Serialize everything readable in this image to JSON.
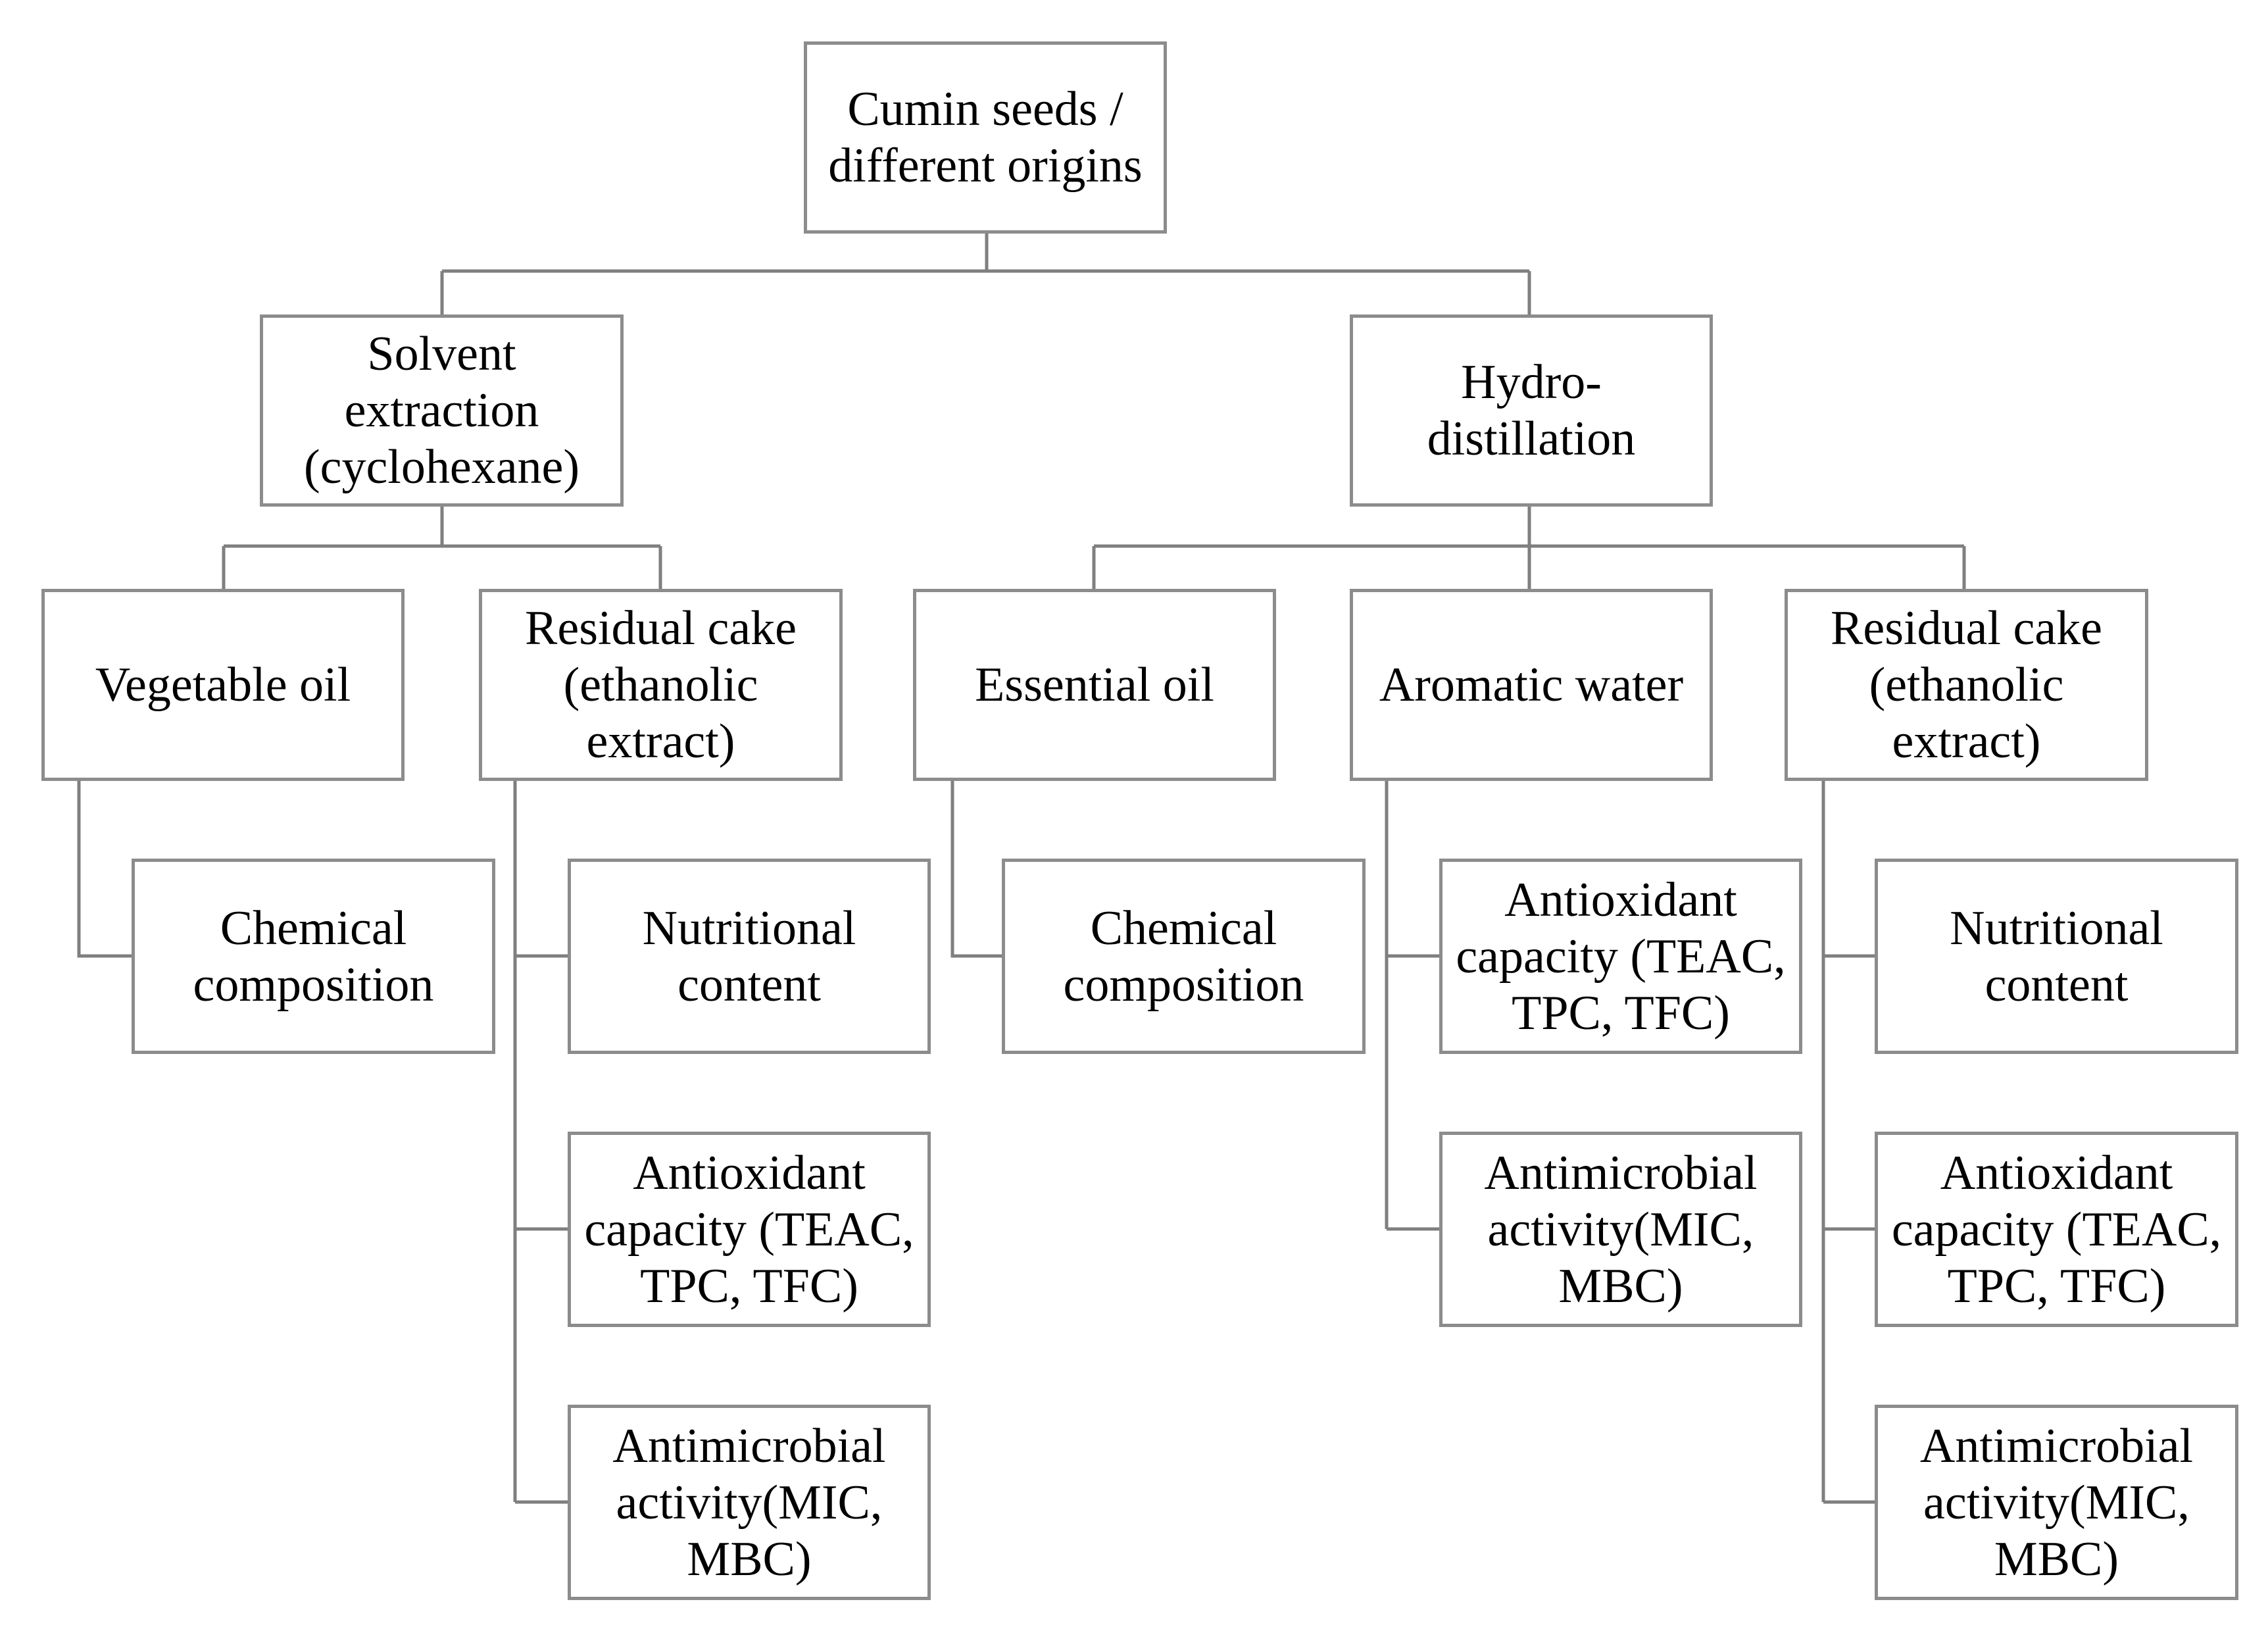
{
  "diagram": {
    "root": {
      "label": "Cumin seeds /\ndifferent origins"
    },
    "methods": {
      "solvent": {
        "label": "Solvent\nextraction\n(cyclohexane)"
      },
      "hydro": {
        "label": "Hydro-\ndistillation"
      }
    },
    "products": {
      "vegetable_oil": {
        "label": "Vegetable oil"
      },
      "residual_cake_solvent": {
        "label": "Residual cake\n(ethanolic\nextract)"
      },
      "essential_oil": {
        "label": "Essential oil"
      },
      "aromatic_water": {
        "label": "Aromatic water"
      },
      "residual_cake_hydro": {
        "label": "Residual cake\n(ethanolic\nextract)"
      }
    },
    "analyses": {
      "vegetable_oil_chemical": {
        "label": "Chemical\ncomposition"
      },
      "cake_solvent_nutritional": {
        "label": "Nutritional\ncontent"
      },
      "cake_solvent_antioxidant": {
        "label": "Antioxidant\ncapacity (TEAC,\nTPC, TFC)"
      },
      "cake_solvent_antimicrobial": {
        "label": "Antimicrobial\nactivity(MIC,\nMBC)"
      },
      "essential_oil_chemical": {
        "label": "Chemical\ncomposition"
      },
      "aromatic_water_antioxidant": {
        "label": "Antioxidant\ncapacity (TEAC,\nTPC, TFC)"
      },
      "aromatic_water_antimicrobial": {
        "label": "Antimicrobial\nactivity(MIC,\nMBC)"
      },
      "cake_hydro_nutritional": {
        "label": "Nutritional\ncontent"
      },
      "cake_hydro_antioxidant": {
        "label": "Antioxidant\ncapacity (TEAC,\nTPC, TFC)"
      },
      "cake_hydro_antimicrobial": {
        "label": "Antimicrobial\nactivity(MIC,\nMBC)"
      }
    }
  },
  "colors": {
    "box_border": "#8c8c8c",
    "connector": "#7f7f7f",
    "text": "#000000",
    "background": "#ffffff"
  }
}
